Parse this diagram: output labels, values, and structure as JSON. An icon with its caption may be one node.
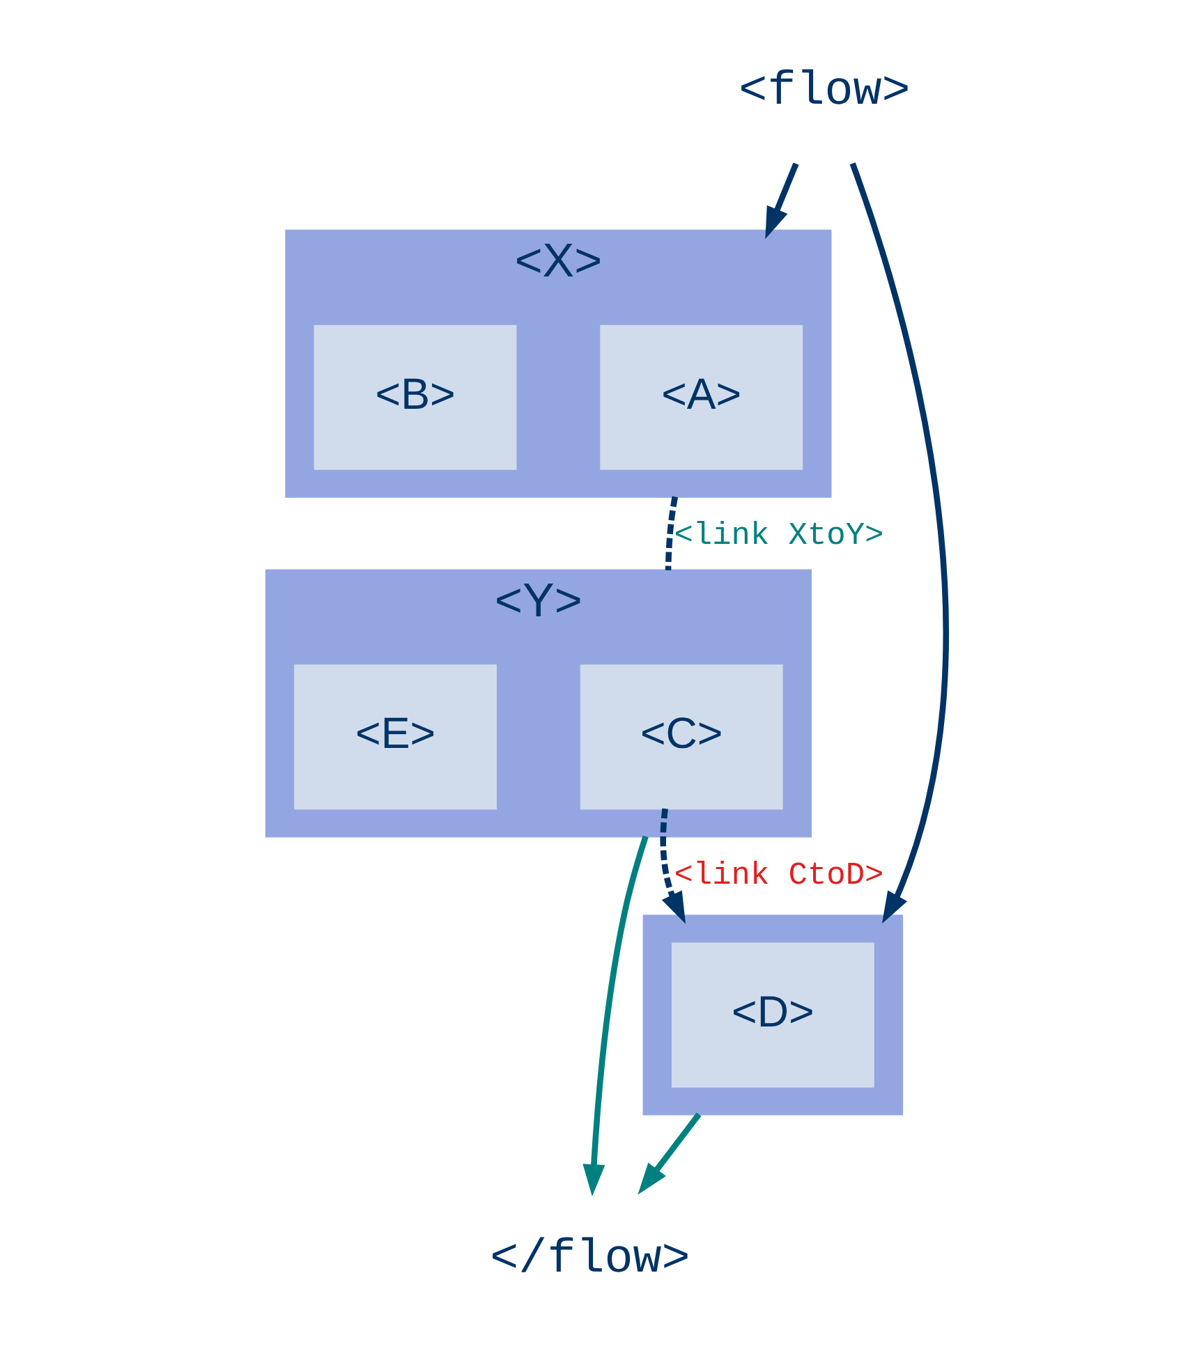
{
  "diagram": {
    "nodes": [
      {
        "text": [
          "<flow>"
        ]
      },
      {
        "text": [
          "<X>"
        ]
      },
      {
        "text": [
          "<A>"
        ],
        "in": 1
      },
      {
        "text": [
          "<B>"
        ],
        "in": 1
      },
      {
        "text": [
          "<Y>"
        ]
      },
      {
        "text": [
          "<C>"
        ],
        "in": 4
      },
      {
        "text": [
          "<E>"
        ],
        "in": 4
      },
      {
        "text": [],
        "shape": "box"
      },
      {
        "text": [
          "<D>"
        ],
        "in": 7
      },
      {
        "text": [
          "</flow>"
        ]
      }
    ],
    "edges": [
      {
        "from": 0,
        "to": 1,
        "arrow": "to"
      },
      {
        "from": 0,
        "to": 7,
        "arrow": "to"
      },
      {
        "from": 1,
        "to": 4,
        "arrow": "none",
        "style": "dashed",
        "label": "<link XtoY>"
      },
      {
        "from": 5,
        "to": 7,
        "arrow": "to",
        "style": "dashed",
        "label": "<link CtoD>"
      },
      {
        "from": 4,
        "to": 9,
        "arrow": "to",
        "color": "#008080"
      },
      {
        "from": 7,
        "to": 9,
        "arrow": "to",
        "color": "#008080"
      }
    ]
  }
}
